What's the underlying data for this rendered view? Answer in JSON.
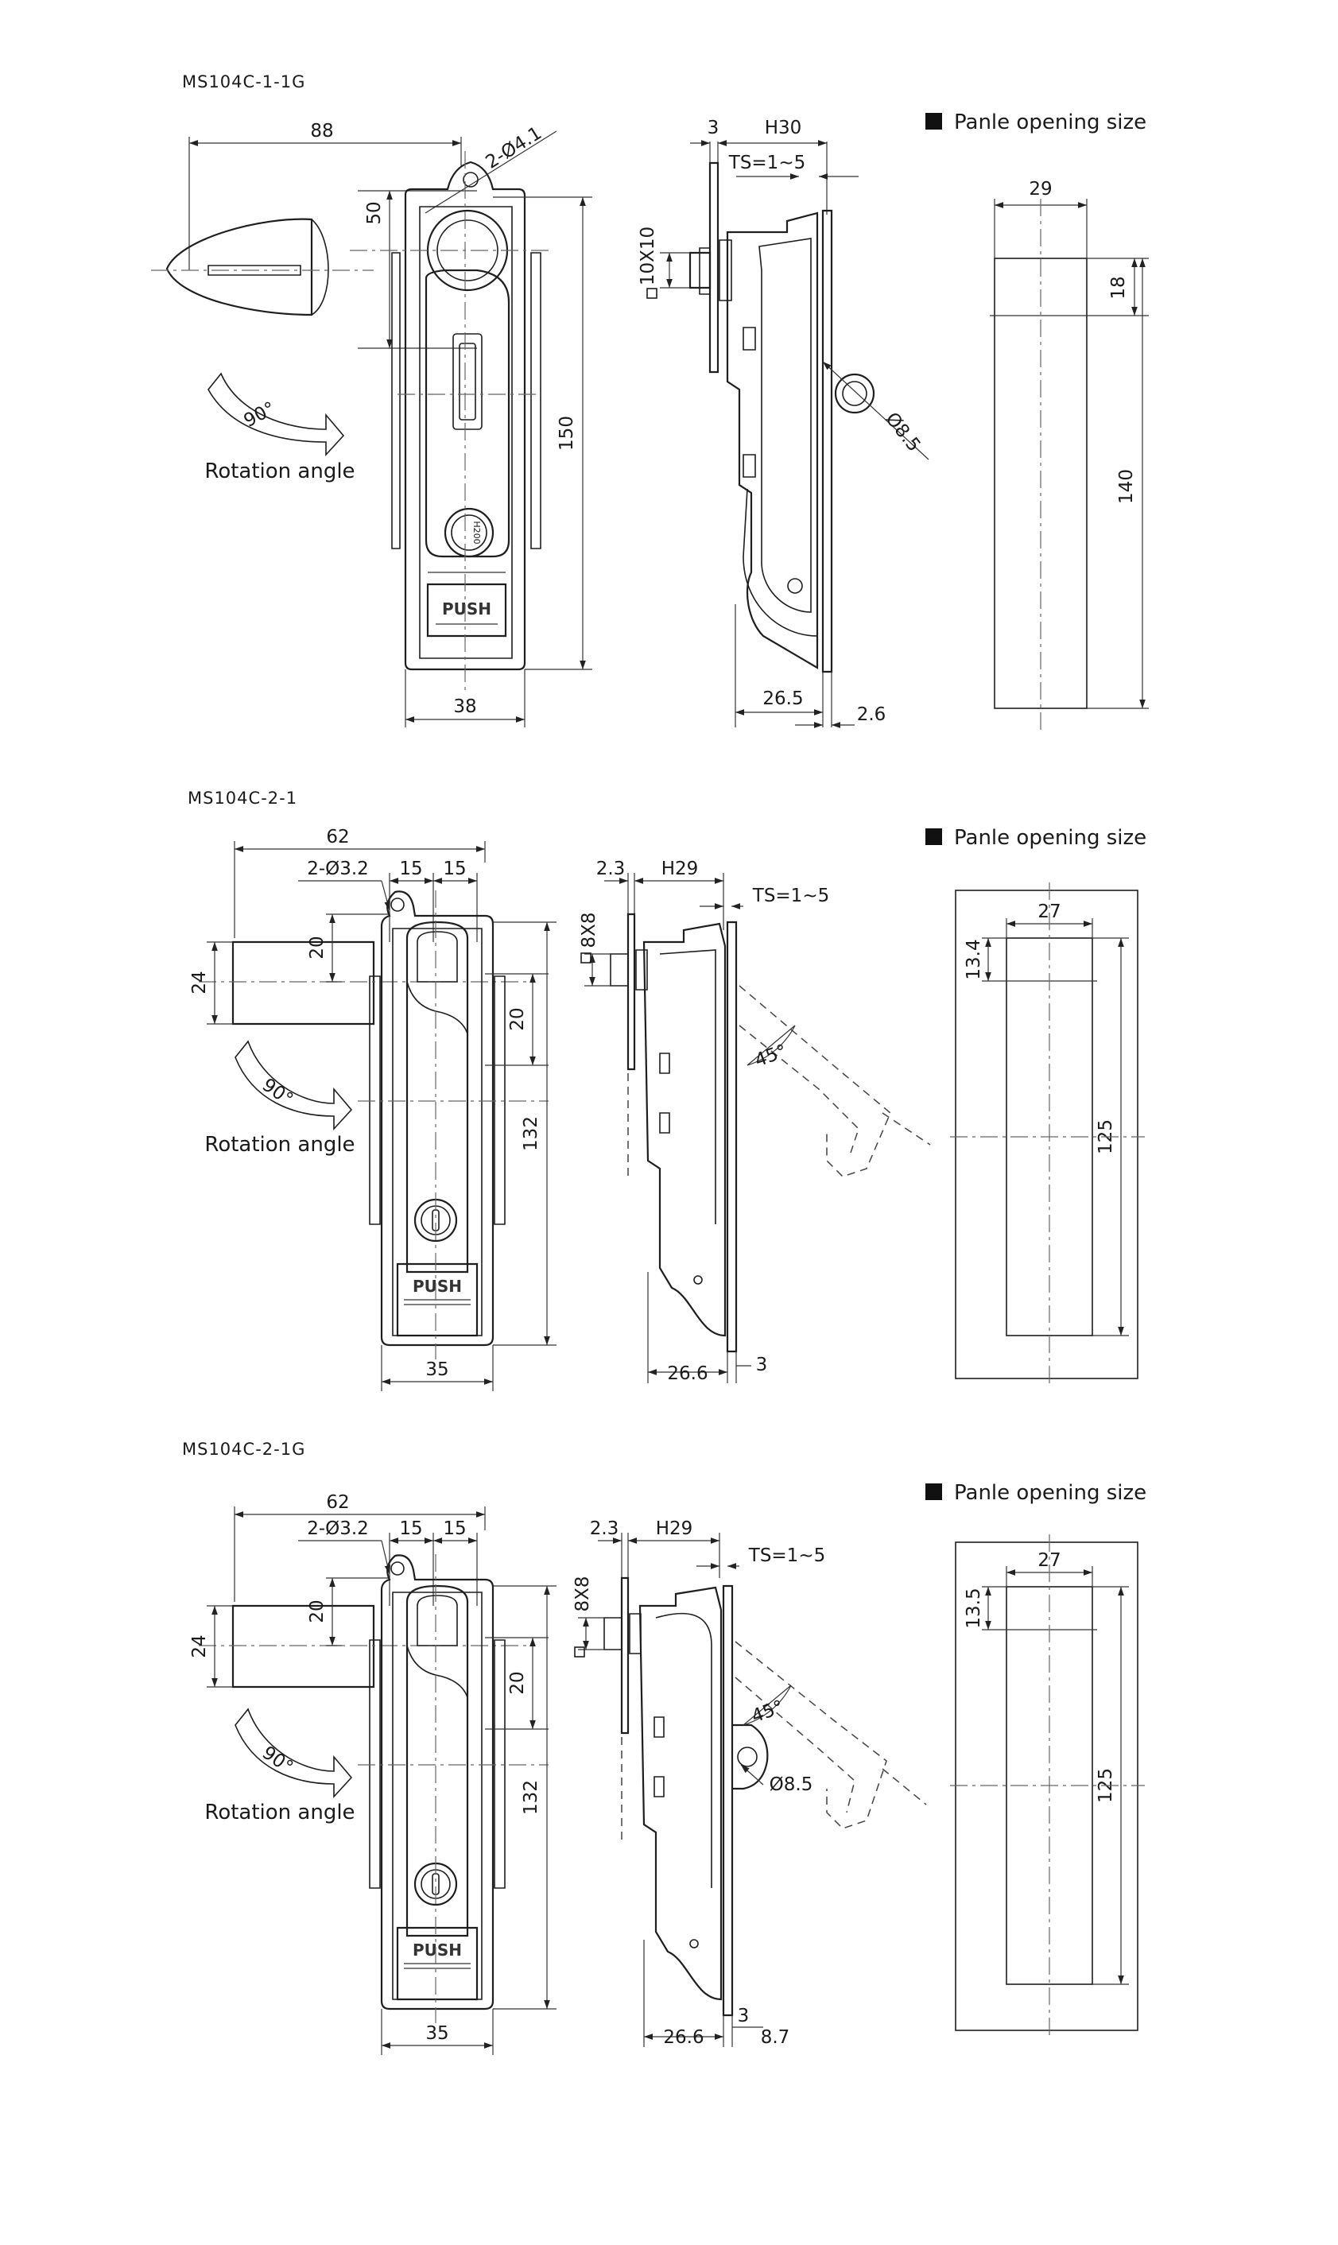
{
  "sections": [
    {
      "code": "MS104C-1-1G",
      "front": {
        "width_top": "88",
        "holes": "2-Ø4.1",
        "handle_offset": "50",
        "height": "150",
        "width_bottom": "38",
        "rotation_deg": "90°",
        "rotation_label": "Rotation angle",
        "push_text": "PUSH"
      },
      "side": {
        "lead": "3",
        "depth": "H30",
        "ts": "TS=1~5",
        "square": "10X10",
        "hole": "Ø8.5",
        "body_depth": "26.5",
        "gap": "2.6"
      },
      "panel": {
        "title": "Panle opening size",
        "width": "29",
        "top_offset": "18",
        "height": "140"
      }
    },
    {
      "code": "MS104C-2-1",
      "front": {
        "width_top": "62",
        "holes": "2-Ø3.2",
        "half_a": "15",
        "half_b": "15",
        "handle_offset": "20",
        "handle_width": "24",
        "right_offset": "20",
        "height": "132",
        "width_bottom": "35",
        "rotation_deg": "90°",
        "rotation_label": "Rotation angle",
        "push_text": "PUSH"
      },
      "side": {
        "lead": "2.3",
        "depth": "H29",
        "ts": "TS=1~5",
        "square": "8X8",
        "angle": "45°",
        "body_depth": "26.6",
        "gap": "3"
      },
      "panel": {
        "title": "Panle opening size",
        "width": "27",
        "top_offset": "13.4",
        "height": "125"
      }
    },
    {
      "code": "MS104C-2-1G",
      "front": {
        "width_top": "62",
        "holes": "2-Ø3.2",
        "half_a": "15",
        "half_b": "15",
        "handle_offset": "20",
        "handle_width": "24",
        "right_offset": "20",
        "height": "132",
        "width_bottom": "35",
        "rotation_deg": "90°",
        "rotation_label": "Rotation angle",
        "push_text": "PUSH"
      },
      "side": {
        "lead": "2.3",
        "depth": "H29",
        "ts": "TS=1~5",
        "square": "8X8",
        "angle": "45°",
        "hole": "Ø8.5",
        "body_depth": "26.6",
        "gap": "3",
        "extra": "8.7"
      },
      "panel": {
        "title": "Panle opening size",
        "width": "27",
        "top_offset": "13.5",
        "height": "125"
      }
    }
  ],
  "colors": {
    "line": "#1e1e1e",
    "text": "#1a1a1a",
    "background": "#ffffff"
  }
}
